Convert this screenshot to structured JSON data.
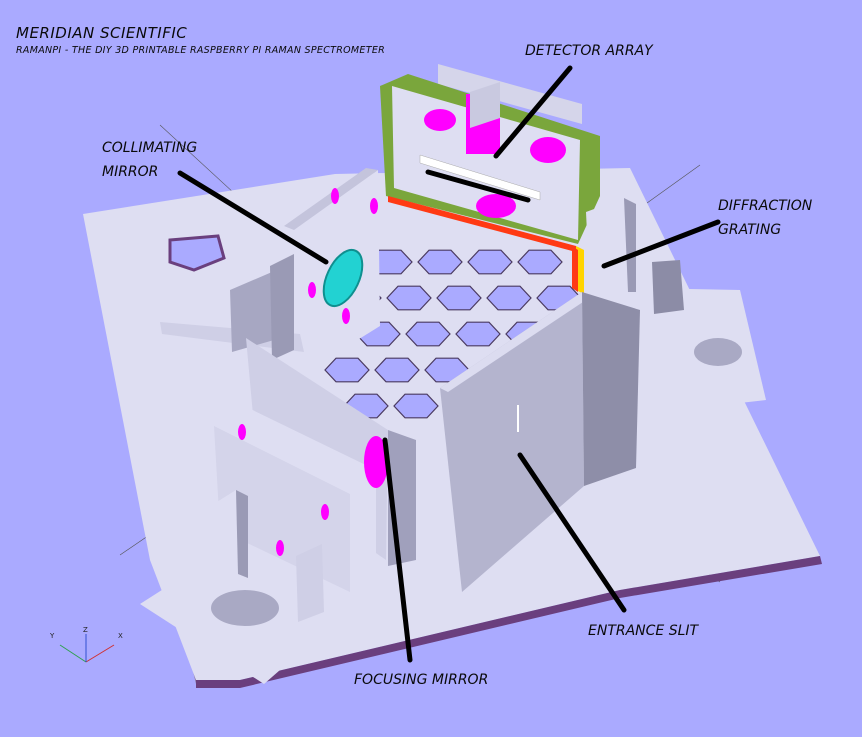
{
  "header": {
    "title": "MERIDIAN SCIENTIFIC",
    "subtitle": "RAMANPI - THE DIY 3D PRINTABLE RASPBERRY PI RAMAN SPECTROMETER"
  },
  "labels": {
    "detector_array": "DETECTOR ARRAY",
    "collimating_mirror": "COLLIMATING\nMIRROR",
    "diffraction_grating": "DIFFRACTION\nGRATING",
    "entrance_slit": "ENTRANCE SLIT",
    "focusing_mirror": "FOCUSING MIRROR"
  },
  "axes": {
    "x": "X",
    "y": "Y",
    "z": "Z"
  },
  "colors": {
    "background": "#aaaaff",
    "part": "#dcdcf0",
    "part_shade": "#b9b9d2",
    "part_dark": "#8c8ca6",
    "hole": "#ff00ff",
    "mirror": "#22d2d2",
    "detector_frame": "#7aa63c",
    "sensor_red": "#ff3a14",
    "sensor_yellow": "#ffd400",
    "leader": "#000000"
  }
}
